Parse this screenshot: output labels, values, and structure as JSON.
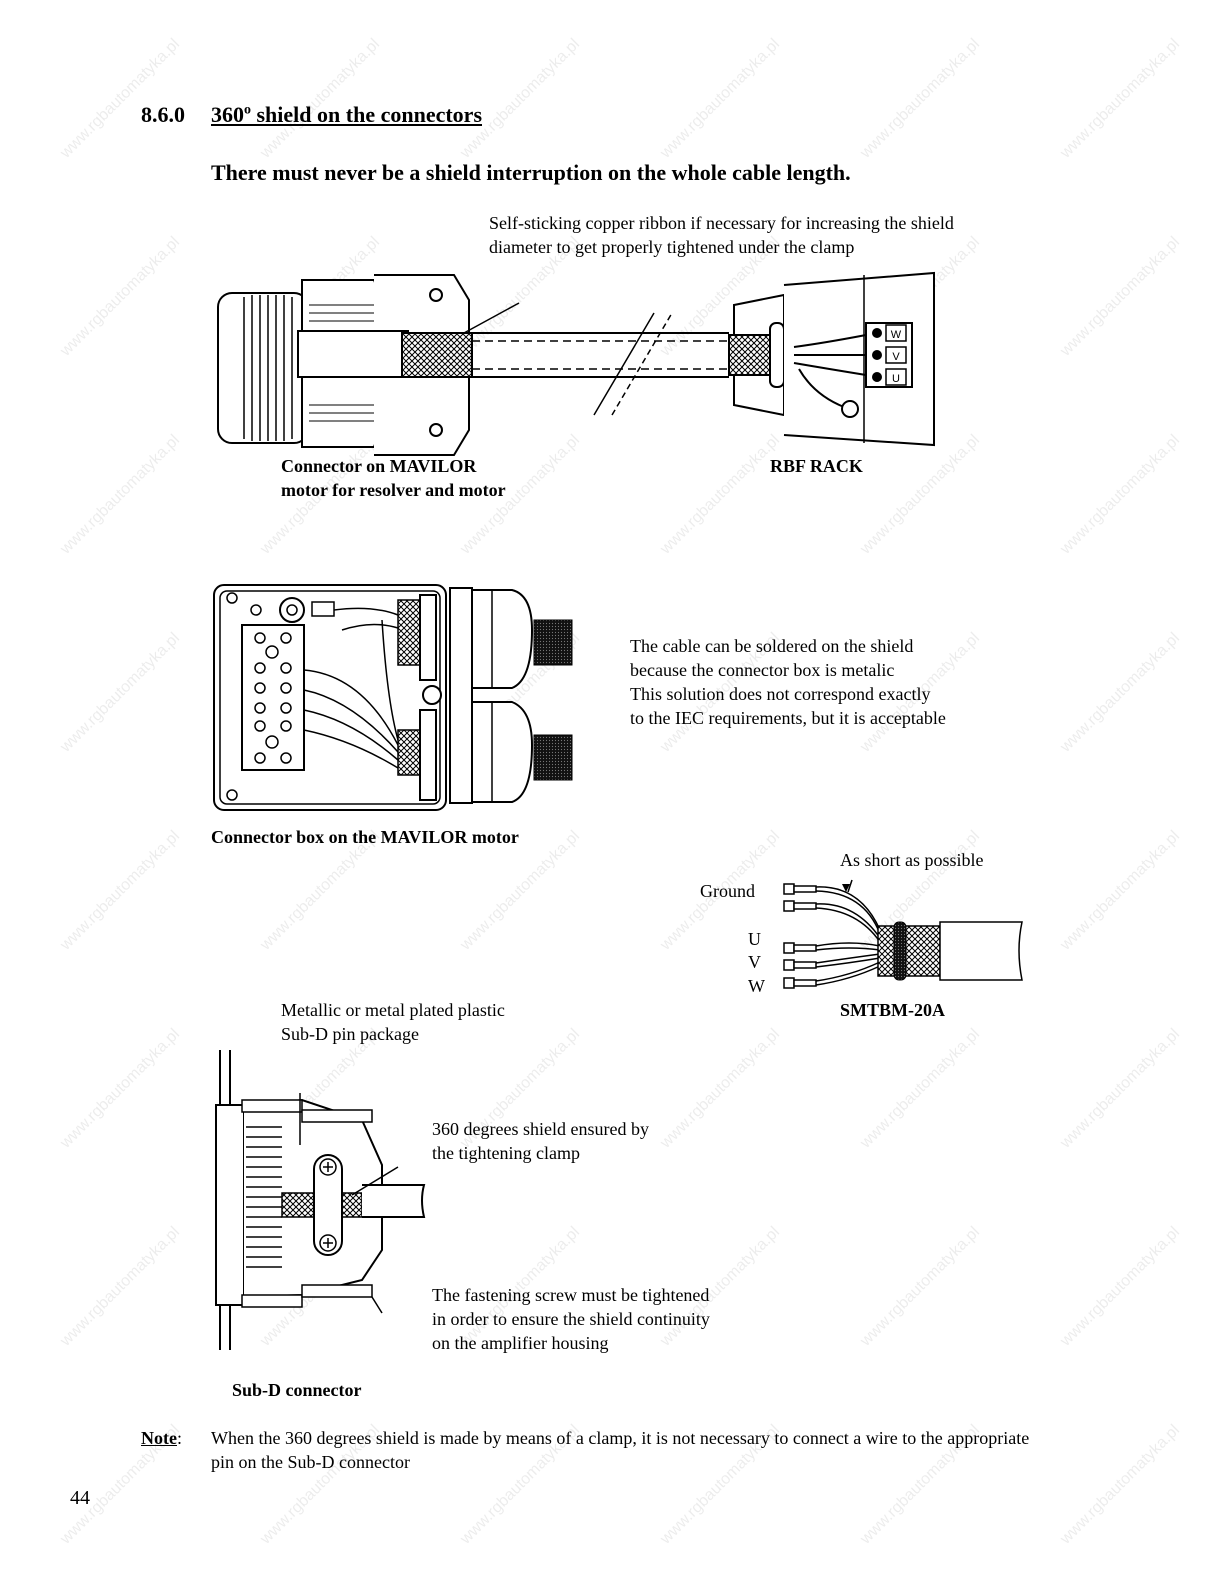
{
  "section": {
    "number": "8.6.0",
    "title_value": "360",
    "title_superscript": "o",
    "title_rest": " shield on the connectors"
  },
  "subheading": "There must never be a shield interruption on the whole cable length.",
  "figure1": {
    "ribbon_note_line1": "Self-sticking copper ribbon if necessary for increasing the shield",
    "ribbon_note_line2": "diameter to get properly tightened under the clamp",
    "motor_caption_line1": "Connector on MAVILOR",
    "motor_caption_line2": "motor for resolver and motor",
    "rack_caption": "RBF RACK",
    "terminal_labels": [
      "W",
      "V",
      "U"
    ]
  },
  "figure2": {
    "note_line1": "The cable can be soldered on the shield",
    "note_line2": "because the connector box is metalic",
    "note_line3": "This solution does not correspond exactly",
    "note_line4": "to the IEC requirements, but it is acceptable",
    "caption": "Connector box  on the MAVILOR motor"
  },
  "figure3": {
    "short_note": "As short as possible",
    "ground_label": "Ground",
    "u_label": "U",
    "v_label": "V",
    "w_label": "W",
    "caption": "SMTBM-20A"
  },
  "figure4": {
    "package_line1": "Metallic or metal plated plastic",
    "package_line2": "Sub-D pin package",
    "clamp_line1": "360 degrees shield ensured by",
    "clamp_line2": "the tightening clamp",
    "screw_line1": "The fastening screw must be tightened",
    "screw_line2": "in order to ensure the shield continuity",
    "screw_line3": "on the amplifier housing",
    "caption": "Sub-D connector"
  },
  "note": {
    "label": "Note",
    "colon": ":",
    "line1": "When the 360 degrees shield is made by means of a clamp, it is not necessary to connect a wire to the appropriate",
    "line2": "pin on the Sub-D connector"
  },
  "page_number": "44",
  "watermark_text": "www.rgbautomatyka.pl"
}
